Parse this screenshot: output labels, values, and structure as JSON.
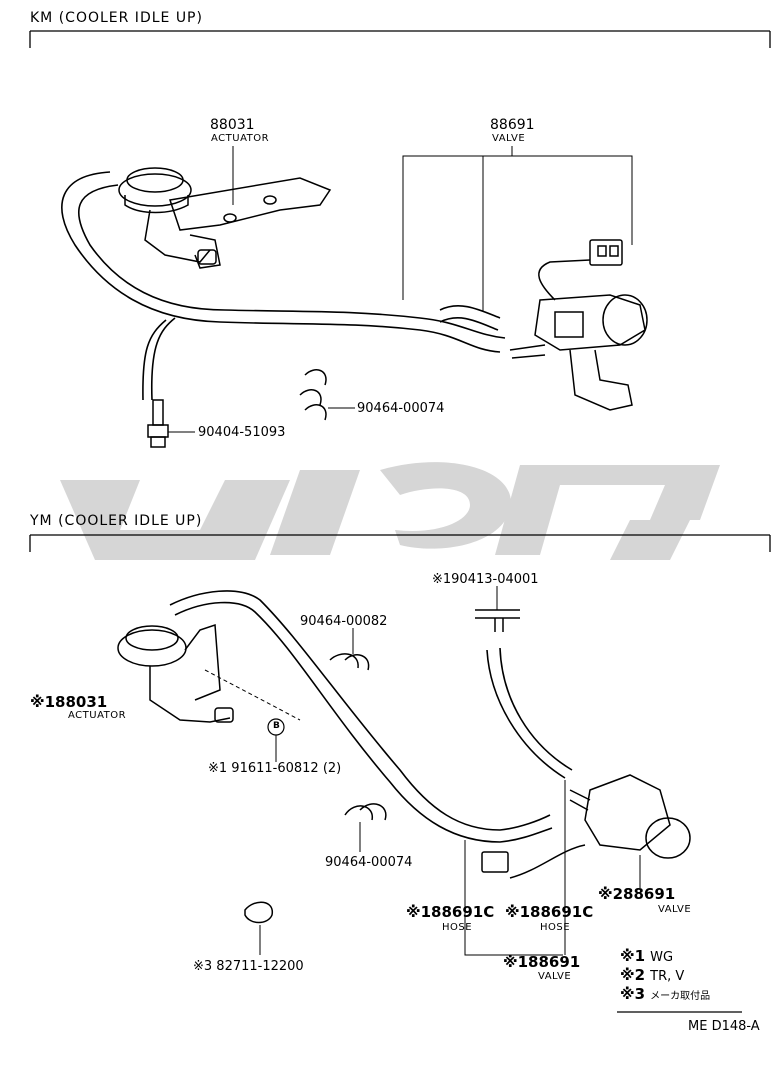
{
  "sections": [
    {
      "title": "KM (COOLER IDLE UP)"
    },
    {
      "title": "YM (COOLER IDLE UP)"
    }
  ],
  "km": {
    "actuator_num": "88031",
    "actuator_name": "ACTUATOR",
    "valve_num": "88691",
    "valve_name": "VALVE",
    "nipple_part": "90404-51093",
    "clip_part": "90464-00074"
  },
  "ym": {
    "tee_part": "※190413-04001",
    "clip_part_a": "90464-00082",
    "actuator_num": "※188031",
    "actuator_name": "ACTUATOR",
    "bolt_part": "※1 91611-60812 (2)",
    "bolt_ref": "B",
    "clip_part_b": "90464-00074",
    "clamp_part": "※3 82711-12200",
    "valve2_num": "※288691",
    "valve2_name": "VALVE",
    "hose1_num": "※188691C",
    "hose1_name": "HOSE",
    "hose2_num": "※188691C",
    "hose2_name": "HOSE",
    "valve1_num": "※188691",
    "valve1_name": "VALVE"
  },
  "legend": [
    {
      "code": "※1",
      "text": "WG"
    },
    {
      "code": "※2",
      "text": "TR, V"
    },
    {
      "code": "※3",
      "text": "メーカ取付品"
    }
  ],
  "footer": "ME  D148-A"
}
